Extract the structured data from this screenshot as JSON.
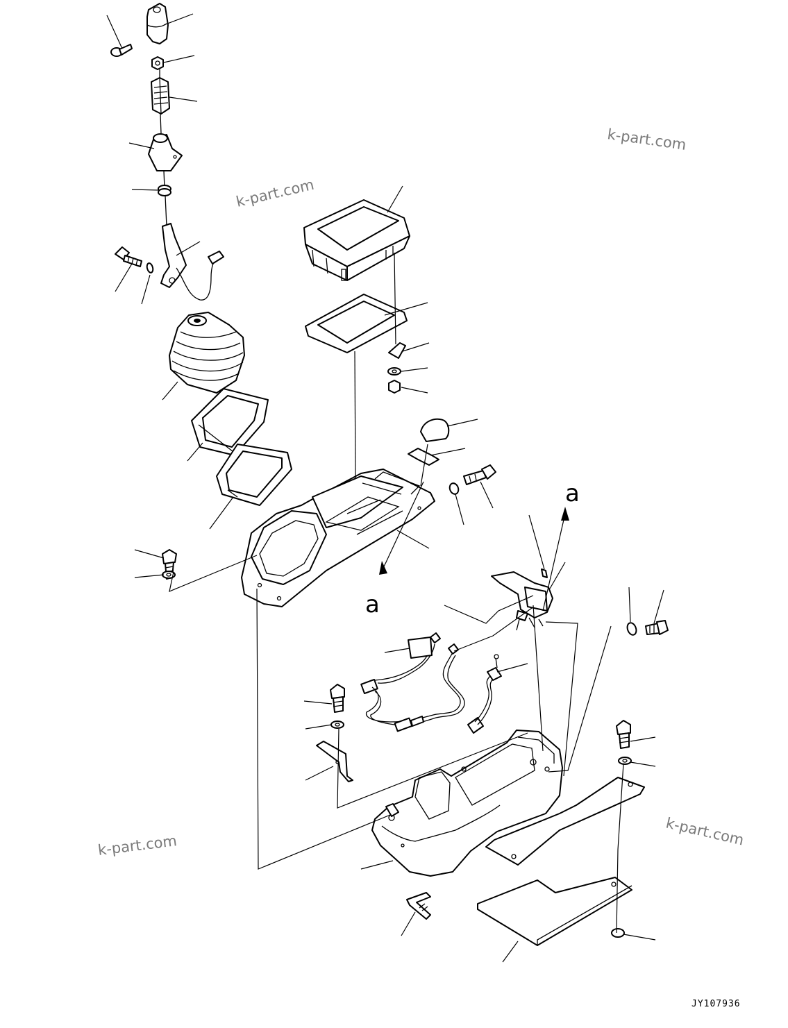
{
  "watermarks": [
    "k-part.com",
    "k-part.com",
    "k-part.com",
    "k-part.com"
  ],
  "callouts": {
    "view_a_top": "a",
    "view_a_bottom": "a"
  },
  "drawing_code": "JY107936"
}
